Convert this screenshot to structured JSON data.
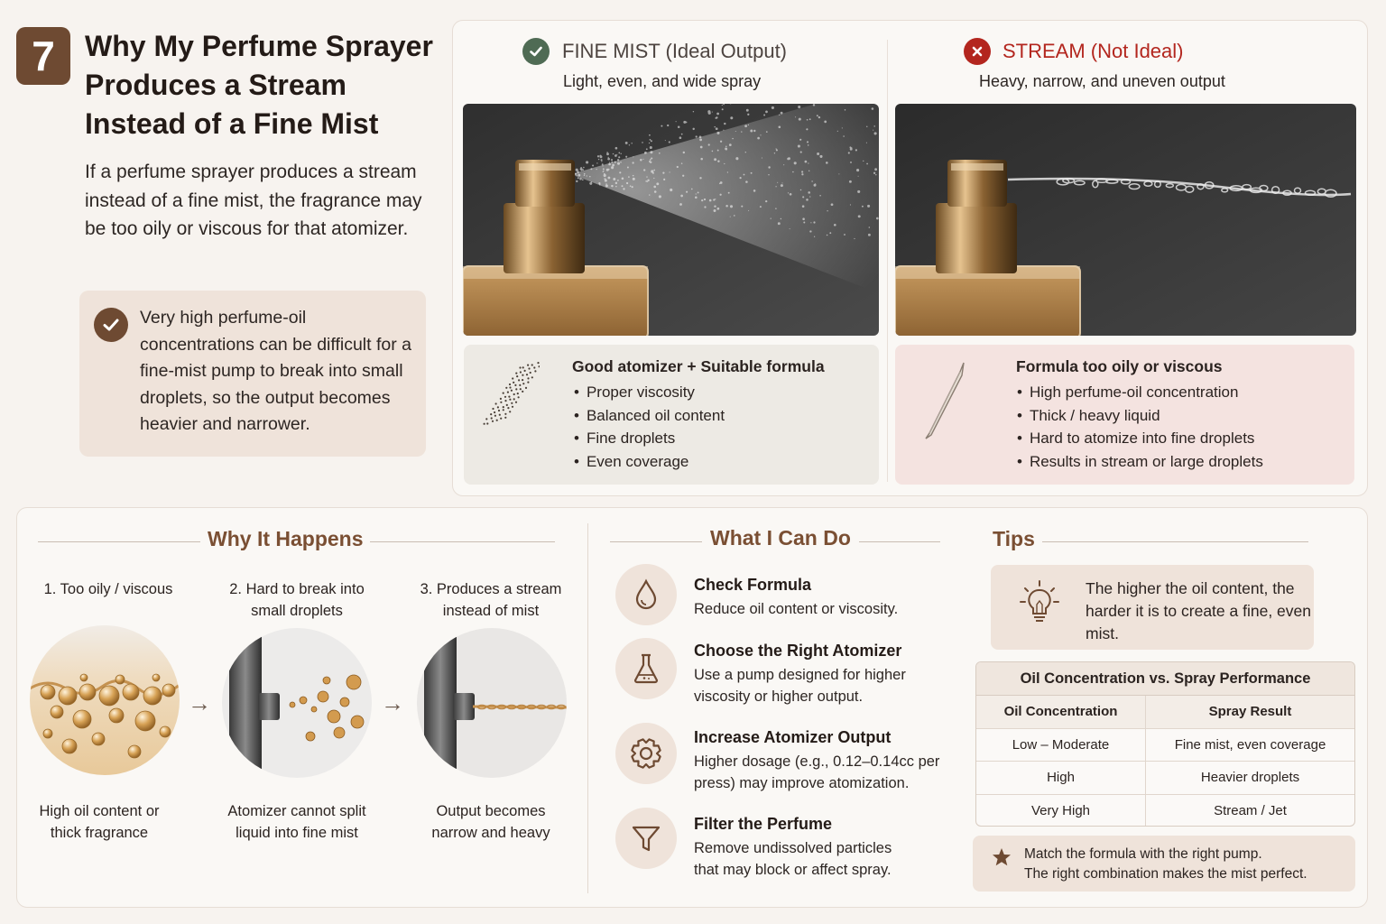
{
  "header": {
    "number": "7",
    "title": "Why My Perfume Sprayer Produces a Stream Instead of a Fine Mist",
    "intro": "If a perfume sprayer produces a stream instead of a fine mist, the fragrance may be too oily or viscous for that atomizer.",
    "note": "Very high perfume-oil concentrations can be difficult for a fine-mist pump to break into small droplets, so the output becomes heavier and narrower."
  },
  "compare": {
    "good": {
      "title": "FINE MIST (Ideal Output)",
      "subtitle": "Light, even, and wide spray",
      "box_title": "Good atomizer + Suitable formula",
      "items": [
        "Proper viscosity",
        "Balanced oil content",
        "Fine droplets",
        "Even coverage"
      ],
      "accent": "#4f6b54"
    },
    "bad": {
      "title": "STREAM (Not Ideal)",
      "subtitle": "Heavy, narrow, and uneven output",
      "box_title": "Formula too oily or viscous",
      "items": [
        "High perfume-oil concentration",
        "Thick / heavy liquid",
        "Hard to atomize into fine droplets",
        "Results in stream or large droplets"
      ],
      "accent": "#b3261e"
    }
  },
  "why": {
    "heading": "Why It Happens",
    "steps": [
      {
        "label": "1. Too oily / viscous",
        "caption": "High oil content or thick fragrance"
      },
      {
        "label": "2. Hard to break into small droplets",
        "caption": "Atomizer cannot split liquid into fine mist"
      },
      {
        "label": "3. Produces a stream instead of mist",
        "caption": "Output becomes narrow and heavy"
      }
    ]
  },
  "do": {
    "heading": "What I Can Do",
    "items": [
      {
        "title": "Check Formula",
        "text": "Reduce oil content or viscosity.",
        "icon": "drop-icon"
      },
      {
        "title": "Choose the Right Atomizer",
        "text": "Use a pump designed for higher viscosity or higher output.",
        "icon": "flask-icon"
      },
      {
        "title": "Increase Atomizer Output",
        "text": "Higher dosage (e.g., 0.12–0.14cc per press) may improve atomization.",
        "icon": "gear-icon"
      },
      {
        "title": "Filter the Perfume",
        "text": "Remove undissolved particles that may block or affect spray.",
        "icon": "funnel-icon"
      }
    ]
  },
  "tips": {
    "heading": "Tips",
    "tip": "The higher the oil content, the harder it is to create a fine, even mist.",
    "table": {
      "title": "Oil Concentration vs. Spray Performance",
      "headers": [
        "Oil Concentration",
        "Spray Result"
      ],
      "rows": [
        [
          "Low – Moderate",
          "Fine mist, even coverage"
        ],
        [
          "High",
          "Heavier droplets"
        ],
        [
          "Very High",
          "Stream / Jet"
        ]
      ]
    },
    "match_line1": "Match the formula with the right pump.",
    "match_line2": "The right combination makes the mist perfect."
  }
}
